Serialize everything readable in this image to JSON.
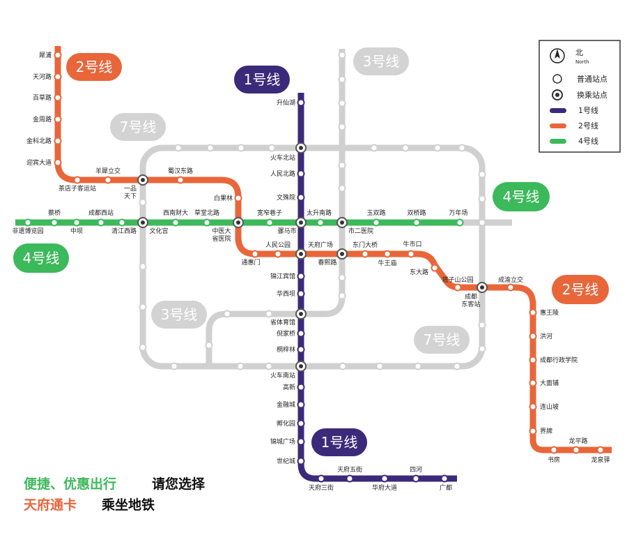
{
  "colors": {
    "line1": "#3b2a7a",
    "line2": "#e8663a",
    "line3": "#cfcfcf",
    "line4": "#3cb95a",
    "line7": "#cfcfcf",
    "badge_grey": "#d3d3d3"
  },
  "badges": {
    "l1_top": "1号线",
    "l1_bottom": "1号线",
    "l2_top": "2号线",
    "l2_right": "2号线",
    "l3_top": "3号线",
    "l3_mid": "3号线",
    "l4_left": "4号线",
    "l4_right": "4号线",
    "l7_top": "7号线",
    "l7_right": "7号线"
  },
  "legend": {
    "north_label": "北",
    "north_sub": "North",
    "normal_station": "普通站点",
    "transfer_station": "换乘站点",
    "line1": "1号线",
    "line2": "2号线",
    "line4": "4号线"
  },
  "slogan": {
    "part1": "便捷、优惠出行",
    "part2": "请您选择",
    "part3": "天府通卡",
    "part4": "乘坐地铁"
  },
  "stations": {
    "line1": [
      "升仙湖",
      "火车北站",
      "人民北路",
      "文殊院",
      "骡马市",
      "天府广场",
      "锦江宾馆",
      "华西坝",
      "省体育馆",
      "倪家桥",
      "桐梓林",
      "火车南站",
      "高新",
      "金融城",
      "孵化园",
      "锦城广场",
      "世纪城",
      "天府三街",
      "天府五街",
      "华府大道",
      "四河",
      "广都"
    ],
    "line2": [
      "犀浦",
      "天河路",
      "百草路",
      "金周路",
      "金科北路",
      "迎宾大道",
      "茶店子客运站",
      "羊犀立交",
      "一品天下",
      "蜀汉东路",
      "白果林",
      "中医大省医院",
      "通惠门",
      "人民公园",
      "天府广场",
      "春熙路",
      "东门大桥",
      "牛王庙",
      "牛市口",
      "东大路",
      "塔子山公园",
      "成都东客站",
      "成渝立交",
      "惠王陵",
      "洪河",
      "成都行政学院",
      "大面铺",
      "连山坡",
      "界牌",
      "书房",
      "龙平路",
      "龙泉驿"
    ],
    "line4": [
      "非遗博览园",
      "蔡桥",
      "中坝",
      "成都西站",
      "清江西路",
      "文化宫",
      "西南财大",
      "草堂北路",
      "中医大省医院",
      "宽窄巷子",
      "骡马市",
      "太升南路",
      "市二医院",
      "玉双路",
      "双桥路",
      "万年场"
    ]
  }
}
